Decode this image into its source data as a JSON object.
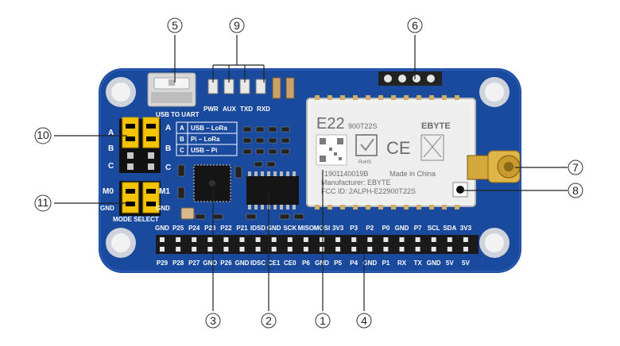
{
  "board": {
    "pcb_color": "#1a4a9e",
    "silkscreen_color": "#ffffff",
    "jumper_color": "#f5c400",
    "labels": {
      "usb_to_uart": "USB TO UART",
      "pwr": "PWR",
      "aux": "AUX",
      "txd": "TXD",
      "rxd": "RXD",
      "mode_select": "MODE SELECT",
      "jumper_a": "A",
      "jumper_b": "B",
      "jumper_c": "C",
      "jumper_a_right": "A",
      "jumper_b_right": "B",
      "jumper_c_right": "C",
      "m0": "M0",
      "m1": "M1",
      "gnd_left": "GND",
      "gnd_right": "GND",
      "table_a_key": "A",
      "table_a_val": "USB – LoRa",
      "table_b_key": "B",
      "table_b_val": "Pi – LoRa",
      "table_c_key": "C",
      "table_c_val": "USB – Pi"
    },
    "header_top_pins": [
      "GND",
      "P25",
      "P24",
      "P23",
      "P22",
      "P21",
      "IDSD",
      "GND",
      "SCK",
      "MISO",
      "MOSI",
      "3V3",
      "P3",
      "P2",
      "P0",
      "GND",
      "P7",
      "SCL",
      "SDA",
      "3V3"
    ],
    "header_bottom_pins": [
      "P29",
      "P28",
      "P27",
      "GND",
      "P26",
      "GND",
      "IDSC",
      "CE1",
      "CE0",
      "P6",
      "GND",
      "P5",
      "P4",
      "GND",
      "P1",
      "RX",
      "TX",
      "GND",
      "5V",
      "5V"
    ]
  },
  "module": {
    "model": "E22",
    "variant": "900T22S",
    "brand": "EBYTE",
    "serial": "1901140019B",
    "made_in": "Made in China",
    "manufacturer": "Manufacturer: EBYTE",
    "fcc": "FCC ID: 2ALPH-E22900T22S",
    "rohs": "RoHS",
    "ce": "CE"
  },
  "callouts": [
    {
      "id": "1",
      "glyph": "①"
    },
    {
      "id": "2",
      "glyph": "②"
    },
    {
      "id": "3",
      "glyph": "③"
    },
    {
      "id": "4",
      "glyph": "④"
    },
    {
      "id": "5",
      "glyph": "⑤"
    },
    {
      "id": "6",
      "glyph": "⑥"
    },
    {
      "id": "7",
      "glyph": "⑦"
    },
    {
      "id": "8",
      "glyph": "⑧"
    },
    {
      "id": "9",
      "glyph": "⑨"
    },
    {
      "id": "10",
      "glyph": "⑩"
    },
    {
      "id": "11",
      "glyph": "⑪"
    }
  ]
}
